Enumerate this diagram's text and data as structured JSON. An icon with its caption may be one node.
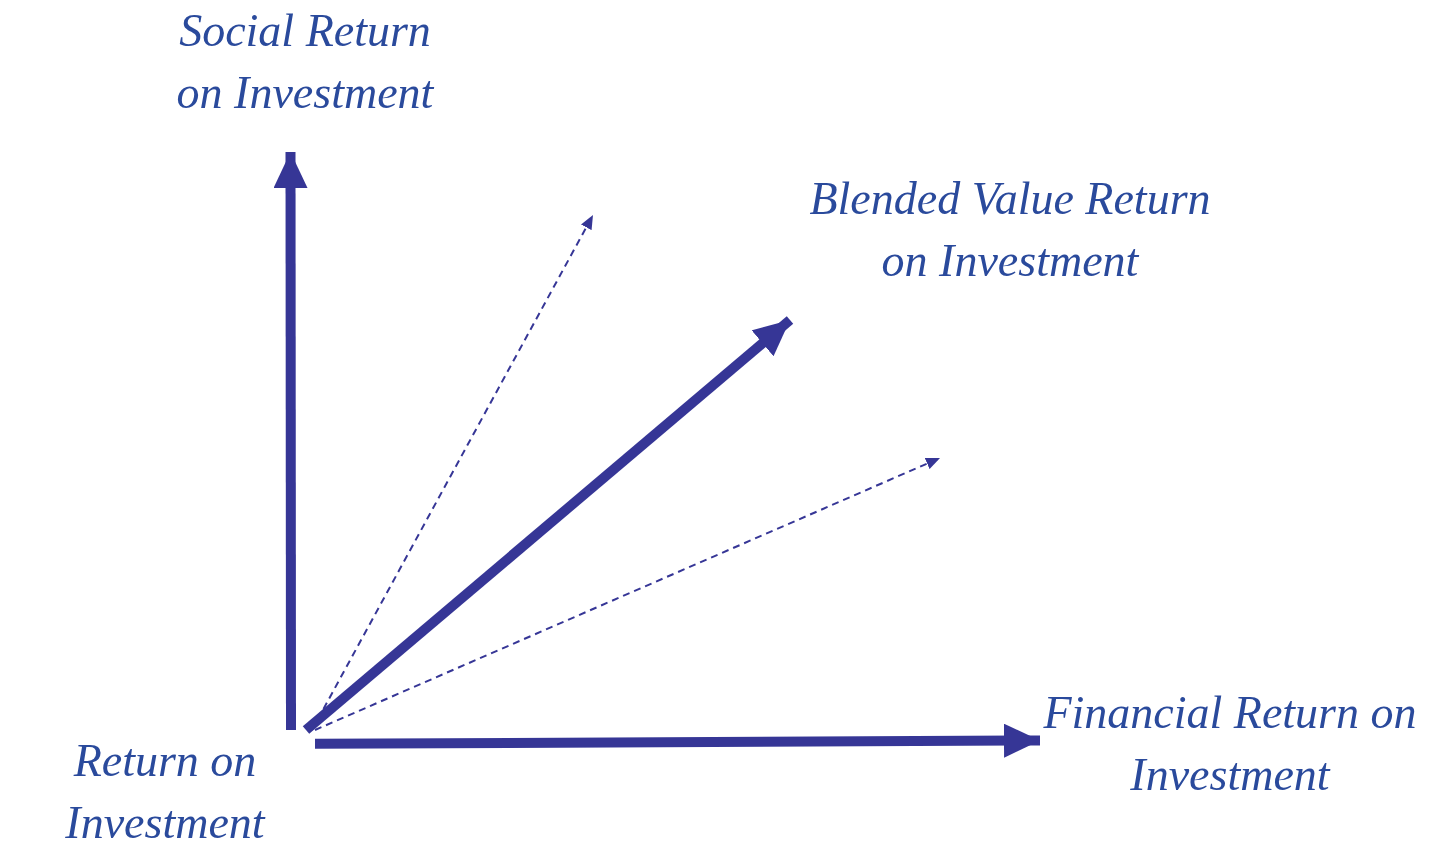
{
  "diagram": {
    "nodes": [
      {
        "text": [
          "Social Return on Investment"
        ]
      },
      {
        "text": [
          "Blended Value Return on Investment"
        ]
      },
      {
        "text": [
          "Financial Return on Investment"
        ]
      },
      {
        "text": [
          "Return on Investment"
        ]
      }
    ],
    "edges": [
      {
        "from": 3,
        "to": 0,
        "arrow": "to"
      },
      {
        "from": 3,
        "to": null,
        "arrow": "to",
        "style": "dashed"
      },
      {
        "from": 3,
        "to": 1,
        "arrow": "to"
      },
      {
        "from": 3,
        "to": null,
        "arrow": "to",
        "style": "dashed"
      },
      {
        "from": 3,
        "to": 2,
        "arrow": "to"
      }
    ]
  }
}
